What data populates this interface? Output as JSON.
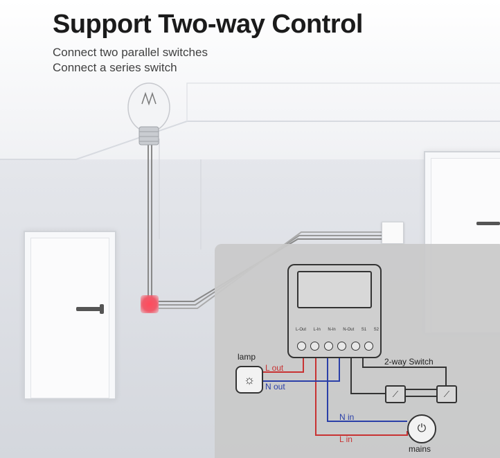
{
  "header": {
    "title": "Support Two-way Control",
    "subtitle_1": "Connect two parallel switches",
    "subtitle_2": "Connect a series switch"
  },
  "diagram": {
    "module_terminals": [
      "L-Out",
      "L-In",
      "N-In",
      "N-Out",
      "S1",
      "S2"
    ],
    "labels": {
      "lamp": "lamp",
      "l_out": "L out",
      "n_out": "N out",
      "n_in": "N in",
      "l_in": "L in",
      "two_way_switch": "2-way Switch",
      "mains": "mains"
    },
    "icons": {
      "bulb": "light-bulb-icon",
      "lamp": "lamp-icon",
      "mains": "plug-icon",
      "switch": "switch-icon"
    },
    "colors": {
      "live": "#c83232",
      "neutral": "#2a3fa8",
      "signal": "#333333"
    }
  }
}
